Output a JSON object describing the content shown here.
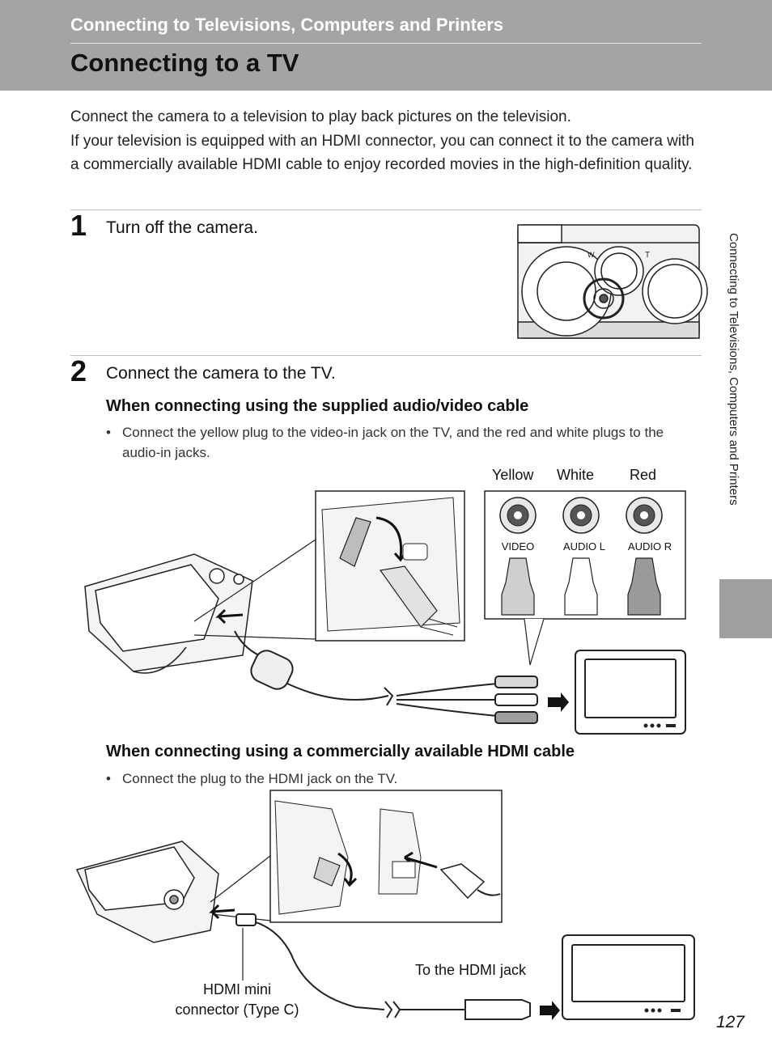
{
  "header": {
    "section_title": "Connecting to Televisions, Computers and Printers",
    "page_title": "Connecting to a TV"
  },
  "intro": [
    "Connect the camera to a television to play back pictures on the television.",
    "If your television is equipped with an HDMI connector, you can connect it to the camera with a commercially available HDMI cable to enjoy recorded movies in the high-definition quality."
  ],
  "steps": [
    {
      "number": "1",
      "text": "Turn off the camera."
    },
    {
      "number": "2",
      "text": "Connect the camera to the TV."
    }
  ],
  "av_section": {
    "heading": "When connecting using the supplied audio/video cable",
    "bullet": "Connect the yellow plug to the video-in jack on the TV, and the red and white plugs to the audio-in jacks.",
    "plug_labels": [
      "Yellow",
      "White",
      "Red"
    ],
    "jack_labels": [
      "VIDEO",
      "AUDIO L",
      "AUDIO R"
    ]
  },
  "hdmi_section": {
    "heading": "When connecting using a commercially available HDMI cable",
    "bullet": "Connect the plug to the HDMI jack on the TV.",
    "to_jack_label": "To the HDMI jack",
    "connector_label_line1": "HDMI mini",
    "connector_label_line2": "connector (Type C)"
  },
  "side_tab_text": "Connecting to Televisions, Computers and Printers",
  "page_number": "127",
  "bullet_symbol": "•"
}
